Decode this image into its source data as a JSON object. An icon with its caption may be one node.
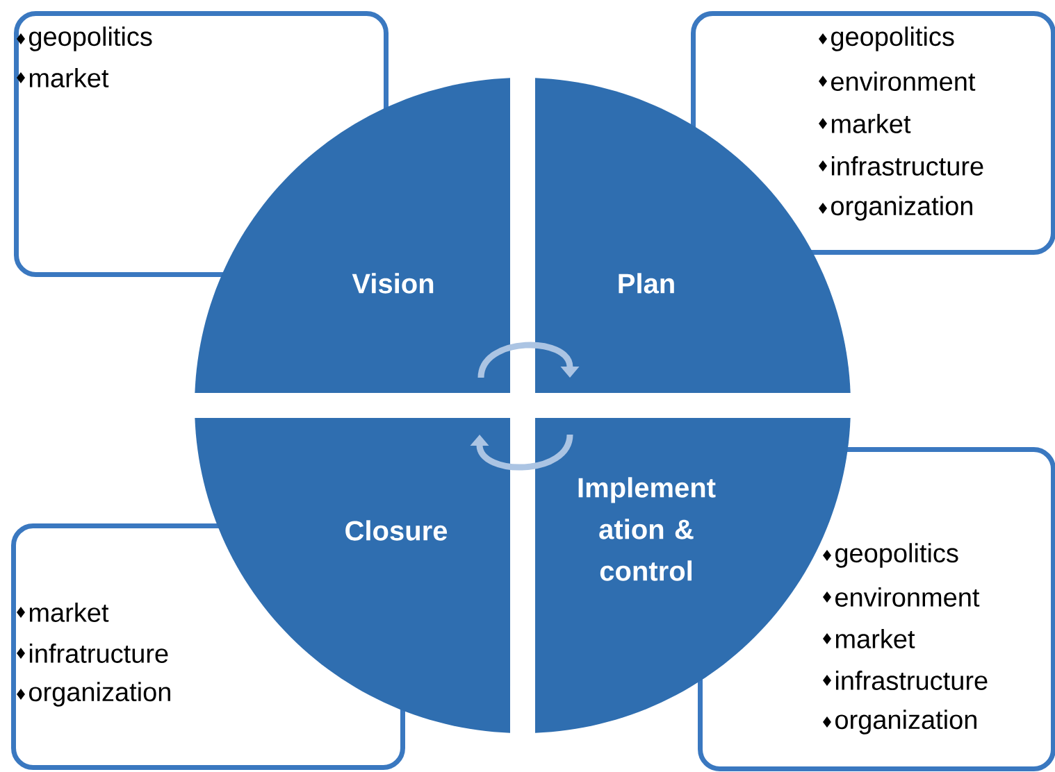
{
  "diagram": {
    "nodes": [
      {
        "text": [
          "Vision"
        ]
      },
      {
        "text": [
          "Plan"
        ]
      },
      {
        "text": [
          "Closure"
        ]
      },
      {
        "text": [
          "Implement ation & control"
        ]
      },
      {
        "text": [
          "geopolitics",
          "market"
        ]
      },
      {
        "text": [
          "geopolitics",
          "environment",
          "market",
          "infrastructure",
          "organization"
        ]
      },
      {
        "text": [
          "market",
          "infratructure",
          "organization"
        ]
      },
      {
        "text": [
          "geopolitics",
          "environment",
          "market",
          "infrastructure",
          "organization"
        ]
      }
    ],
    "edges": [
      {
        "from": 0,
        "to": 1,
        "arrow": "to"
      },
      {
        "from": 3,
        "to": 2,
        "arrow": "to"
      }
    ]
  }
}
